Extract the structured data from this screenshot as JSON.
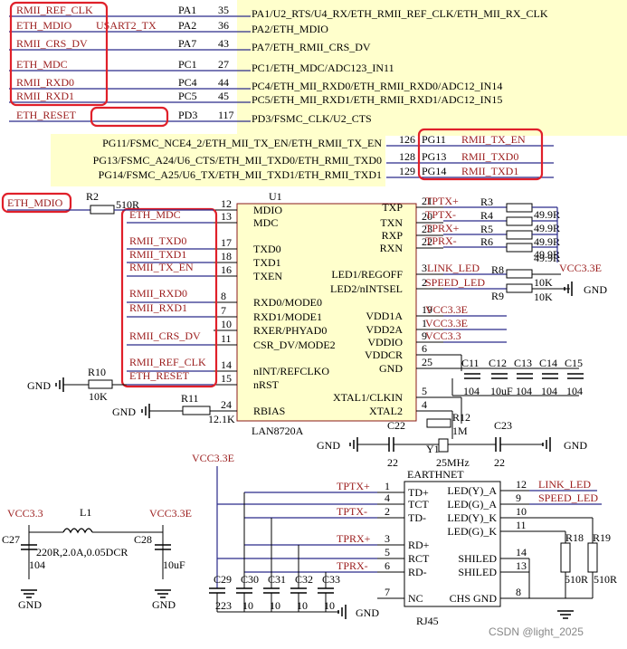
{
  "mcu_pins": [
    {
      "net": "RMII_REF_CLK",
      "pin": "PA1",
      "num": "35",
      "func": "PA1/U2_RTS/U4_RX/ETH_RMII_REF_CLK/ETH_MII_RX_CLK"
    },
    {
      "net": "ETH_MDIO",
      "alt": "USART2_TX",
      "pin": "PA2",
      "num": "36",
      "func": "PA2/ETH_MDIO"
    },
    {
      "net": "RMII_CRS_DV",
      "pin": "PA7",
      "num": "43",
      "func": "PA7/ETH_RMII_CRS_DV"
    },
    {
      "net": "ETH_MDC",
      "pin": "PC1",
      "num": "27",
      "func": "PC1/ETH_MDC/ADC123_IN11"
    },
    {
      "net": "RMII_RXD0",
      "pin": "PC4",
      "num": "44",
      "func": "PC4/ETH_MII_RXD0/ETH_RMII_RXD0/ADC12_IN14"
    },
    {
      "net": "RMII_RXD1",
      "pin": "PC5",
      "num": "45",
      "func": "PC5/ETH_MII_RXD1/ETH_RMII_RXD1/ADC12_IN15"
    },
    {
      "net": "ETH_RESET",
      "pin": "PD3",
      "num": "117",
      "func": "PD3/FSMC_CLK/U2_CTS"
    }
  ],
  "mcu_pins_right": [
    {
      "func": "PG11/FSMC_NCE4_2/ETH_MII_TX_EN/ETH_RMII_TX_EN",
      "num": "126",
      "pin": "PG11",
      "net": "RMII_TX_EN"
    },
    {
      "func": "PG13/FSMC_A24/U6_CTS/ETH_MII_TXD0/ETH_RMII_TXD0",
      "num": "128",
      "pin": "PG13",
      "net": "RMII_TXD0"
    },
    {
      "func": "PG14/FSMC_A25/U6_TX/ETH_MII_TXD1/ETH_RMII_TXD1",
      "num": "129",
      "pin": "PG14",
      "net": "RMII_TXD1"
    }
  ],
  "phy": {
    "ref": "U1",
    "part": "LAN8720A",
    "left_pins": [
      {
        "num": "12",
        "name": "MDIO"
      },
      {
        "num": "13",
        "name": "MDC"
      },
      {
        "num": "17",
        "name": "TXD0"
      },
      {
        "num": "18",
        "name": "TXD1"
      },
      {
        "num": "16",
        "name": "TXEN"
      },
      {
        "num": "8",
        "name": "RXD0/MODE0"
      },
      {
        "num": "7",
        "name": "RXD1/MODE1"
      },
      {
        "num": "10",
        "name": "RXER/PHYAD0"
      },
      {
        "num": "11",
        "name": "CSR_DV/MODE2"
      },
      {
        "num": "14",
        "name": "nINT/REFCLKO"
      },
      {
        "num": "15",
        "name": "nRST"
      },
      {
        "num": "24",
        "name": "RBIAS"
      }
    ],
    "right_pins": [
      {
        "num": "21",
        "name": "TXP"
      },
      {
        "num": "20",
        "name": "TXN"
      },
      {
        "num": "23",
        "name": "RXP"
      },
      {
        "num": "22",
        "name": "RXN"
      },
      {
        "num": "3",
        "name": "LED1/REGOFF"
      },
      {
        "num": "2",
        "name": "LED2/nINTSEL"
      },
      {
        "num": "19",
        "name": "VDD1A"
      },
      {
        "num": "1",
        "name": "VDD2A"
      },
      {
        "num": "9",
        "name": "VDDIO"
      },
      {
        "num": "6",
        "name": "VDDCR"
      },
      {
        "num": "25",
        "name": "GND"
      },
      {
        "num": "5",
        "name": "XTAL1/CLKIN"
      },
      {
        "num": "4",
        "name": "XTAL2"
      }
    ],
    "left_nets": [
      "ETH_MDC",
      "RMII_TXD0",
      "RMII_TXD1",
      "RMII_TX_EN",
      "RMII_RXD0",
      "RMII_RXD1",
      "RMII_CRS_DV",
      "RMII_REF_CLK",
      "ETH_RESET"
    ],
    "right_nets": [
      "TPTX+",
      "TPTX-",
      "TPRX+",
      "TPRX-",
      "LINK_LED",
      "SPEED_LED",
      "VCC3.3E",
      "VCC3.3E",
      "VCC3.3"
    ]
  },
  "eth_mdio_label": "ETH_MDIO",
  "r2": {
    "ref": "R2",
    "value": "510R"
  },
  "r10": {
    "ref": "R10",
    "value": "10K"
  },
  "r11": {
    "ref": "R11",
    "value": "12.1K"
  },
  "r12": {
    "ref": "R12",
    "value": "1M"
  },
  "r_tx": [
    {
      "ref": "R3",
      "value": "49.9R"
    },
    {
      "ref": "R4",
      "value": "49.9R"
    },
    {
      "ref": "R5",
      "value": "49.9R"
    },
    {
      "ref": "R6",
      "value": "49.9R"
    }
  ],
  "r_tx_last": "49.9R",
  "r8": {
    "ref": "R8",
    "value": "10K"
  },
  "r9": {
    "ref": "R9",
    "value": "10K"
  },
  "caps_phy": [
    {
      "ref": "C11",
      "value": "104"
    },
    {
      "ref": "C12",
      "value": "10uF"
    },
    {
      "ref": "C13",
      "value": "104"
    },
    {
      "ref": "C14",
      "value": "104"
    },
    {
      "ref": "C15",
      "value": "104"
    }
  ],
  "c22": {
    "ref": "C22",
    "value": "22"
  },
  "c23": {
    "ref": "C23",
    "value": "22"
  },
  "y1": {
    "ref": "Y1",
    "value": "25MHz"
  },
  "gnd": "GND",
  "vcc33e": "VCC3.3E",
  "vcc33": "VCC3.3",
  "filter": {
    "l1": "L1",
    "l1_value": "220R,2.0A,0.05DCR",
    "c27": "C27",
    "c27_value": "104",
    "c28": "C28",
    "c28_value": "10uF"
  },
  "rj45": {
    "ref": "EARTHNET",
    "part": "RJ45",
    "left_pins": [
      {
        "num": "1",
        "name": "TD+"
      },
      {
        "num": "4",
        "name": "TCT"
      },
      {
        "num": "2",
        "name": "TD-"
      },
      {
        "num": "3",
        "name": "RD+"
      },
      {
        "num": "5",
        "name": "RCT"
      },
      {
        "num": "6",
        "name": "RD-"
      },
      {
        "num": "7",
        "name": "NC"
      }
    ],
    "right_pins": [
      {
        "num": "12",
        "name": "LED(Y)_A"
      },
      {
        "num": "9",
        "name": "LED(G)_A"
      },
      {
        "num": "10",
        "name": "LED(Y)_K"
      },
      {
        "num": "11",
        "name": "LED(G)_K"
      },
      {
        "num": "14",
        "name": "SHILED"
      },
      {
        "num": "13",
        "name": "SHILED"
      },
      {
        "num": "8",
        "name": "CHS GND"
      }
    ],
    "left_nets": [
      "TPTX+",
      "TPTX-",
      "TPRX+",
      "TPRX-"
    ],
    "right_nets": [
      "LINK_LED",
      "SPEED_LED"
    ]
  },
  "r18": {
    "ref": "R18",
    "value": "510R"
  },
  "r19": {
    "ref": "R19",
    "value": "510R"
  },
  "caps_rj": [
    {
      "ref": "C29",
      "value": "223"
    },
    {
      "ref": "C30",
      "value": "10"
    },
    {
      "ref": "C31",
      "value": "10"
    },
    {
      "ref": "C32",
      "value": "10"
    },
    {
      "ref": "C33",
      "value": "10"
    }
  ],
  "watermark": "CSDN @light_2025"
}
